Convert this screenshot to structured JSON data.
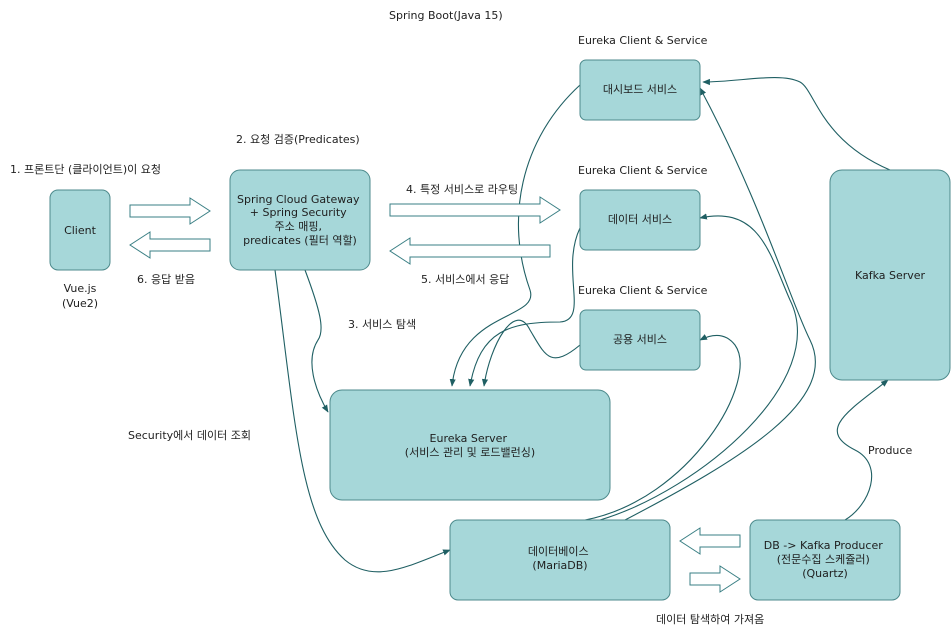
{
  "title": "Spring Boot(Java 15)",
  "nodes": {
    "client": [
      "Client"
    ],
    "gateway": [
      "Spring Cloud Gateway",
      "+ Spring Security",
      "주소 매핑,",
      "predicates (필터 역할)"
    ],
    "eureka": [
      "Eureka Server",
      "(서비스 관리 및 로드밸런싱)"
    ],
    "dashboard": [
      "대시보드 서비스"
    ],
    "data_service": [
      "데이터 서비스"
    ],
    "common_service": [
      "공용 서비스"
    ],
    "kafka": [
      "Kafka Server"
    ],
    "database": [
      "데이터베이스",
      "(MariaDB)"
    ],
    "producer": [
      "DB -> Kafka Producer",
      "(전문수집 스케쥴러)",
      "(Quartz)"
    ]
  },
  "labels": {
    "step1": "1. 프론트단 (클라이언트)이 요청",
    "step2": "2. 요청 검증(Predicates)",
    "step3": "3. 서비스 탐색",
    "step4": "4. 특정 서비스로 라우팅",
    "step5": "5. 서비스에서 응답",
    "step6": "6. 응답 받음",
    "vue1": "Vue.js",
    "vue2": "(Vue2)",
    "eureka_client_1": "Eureka Client & Service",
    "eureka_client_2": "Eureka Client & Service",
    "eureka_client_3": "Eureka Client & Service",
    "security_query": "Security에서 데이터 조회",
    "produce": "Produce",
    "fetch": "데이터 탐색하여 가져옴"
  }
}
